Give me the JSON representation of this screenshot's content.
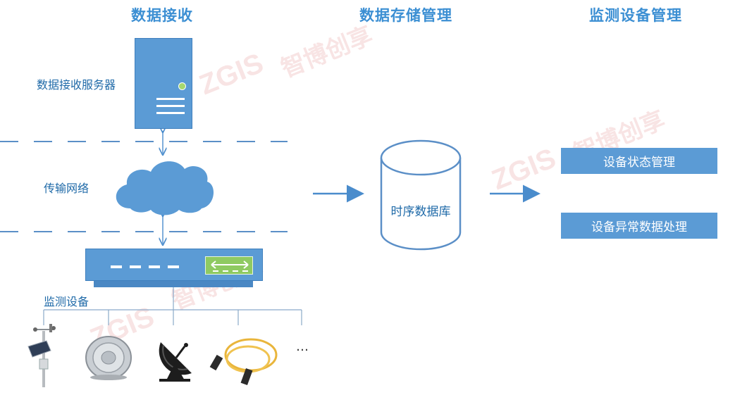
{
  "columns": {
    "receive": "数据接收",
    "storage": "数据存储管理",
    "monitor": "监测设备管理"
  },
  "labels": {
    "server": "数据接收服务器",
    "network": "传输网络",
    "devices": "监测设备"
  },
  "database": {
    "label": "时序数据库"
  },
  "management": {
    "status": "设备状态管理",
    "anomaly": "设备异常数据处理"
  },
  "devices_more": "…",
  "watermark": {
    "text": "ZGIS 智博创享"
  },
  "colors": {
    "primary": "#5b9bd5",
    "title": "#3c8fd3",
    "text": "#1f6aa8",
    "led": "#a6d86e",
    "switch_panel": "#8fca62"
  }
}
